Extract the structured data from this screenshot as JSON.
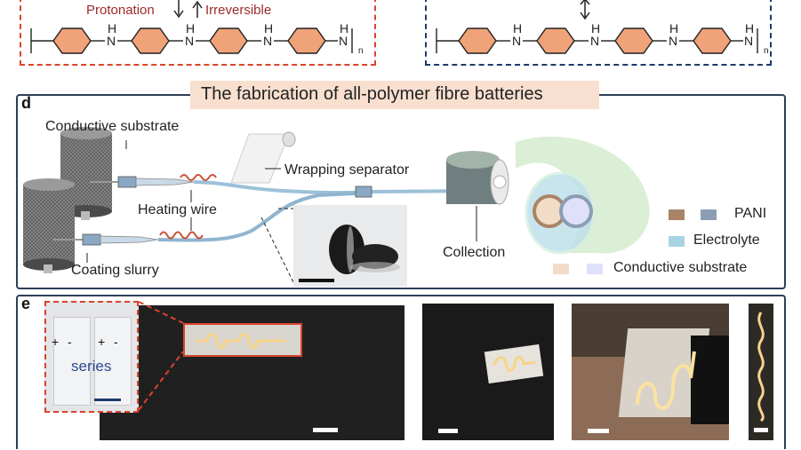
{
  "top_panel": {
    "protonation_label": "Protonation",
    "irreversible_label": "Irreversible",
    "nh_label": "H",
    "n_label": "N",
    "subscript_n": "n"
  },
  "panel_d": {
    "letter": "d",
    "title": "The fabrication of all-polymer fibre batteries",
    "labels": {
      "conductive_substrate": "Conductive substrate",
      "wrapping_separator": "Wrapping separator",
      "heating_wire": "Heating wire",
      "coating_slurry": "Coating slurry",
      "collection": "Collection"
    },
    "legend": [
      {
        "text": "PANI",
        "colors": [
          "#a98466",
          "#8b9db3"
        ]
      },
      {
        "text": "Electrolyte",
        "colors": [
          "#a9d3e3"
        ]
      },
      {
        "text": "Conductive substrate",
        "colors": [
          "#f2dcc8",
          "#dfe0fa"
        ]
      }
    ]
  },
  "panel_e": {
    "letter": "e",
    "series_label": "series",
    "plus": "+",
    "minus": "-"
  },
  "colors": {
    "red_box": "#d9442c",
    "blue_box": "#1d3a6e",
    "ring": "#f0a279",
    "title_bg": "#f8dfcf",
    "panel_border": "#2e3f5a",
    "tube": "#8fb4cf"
  }
}
